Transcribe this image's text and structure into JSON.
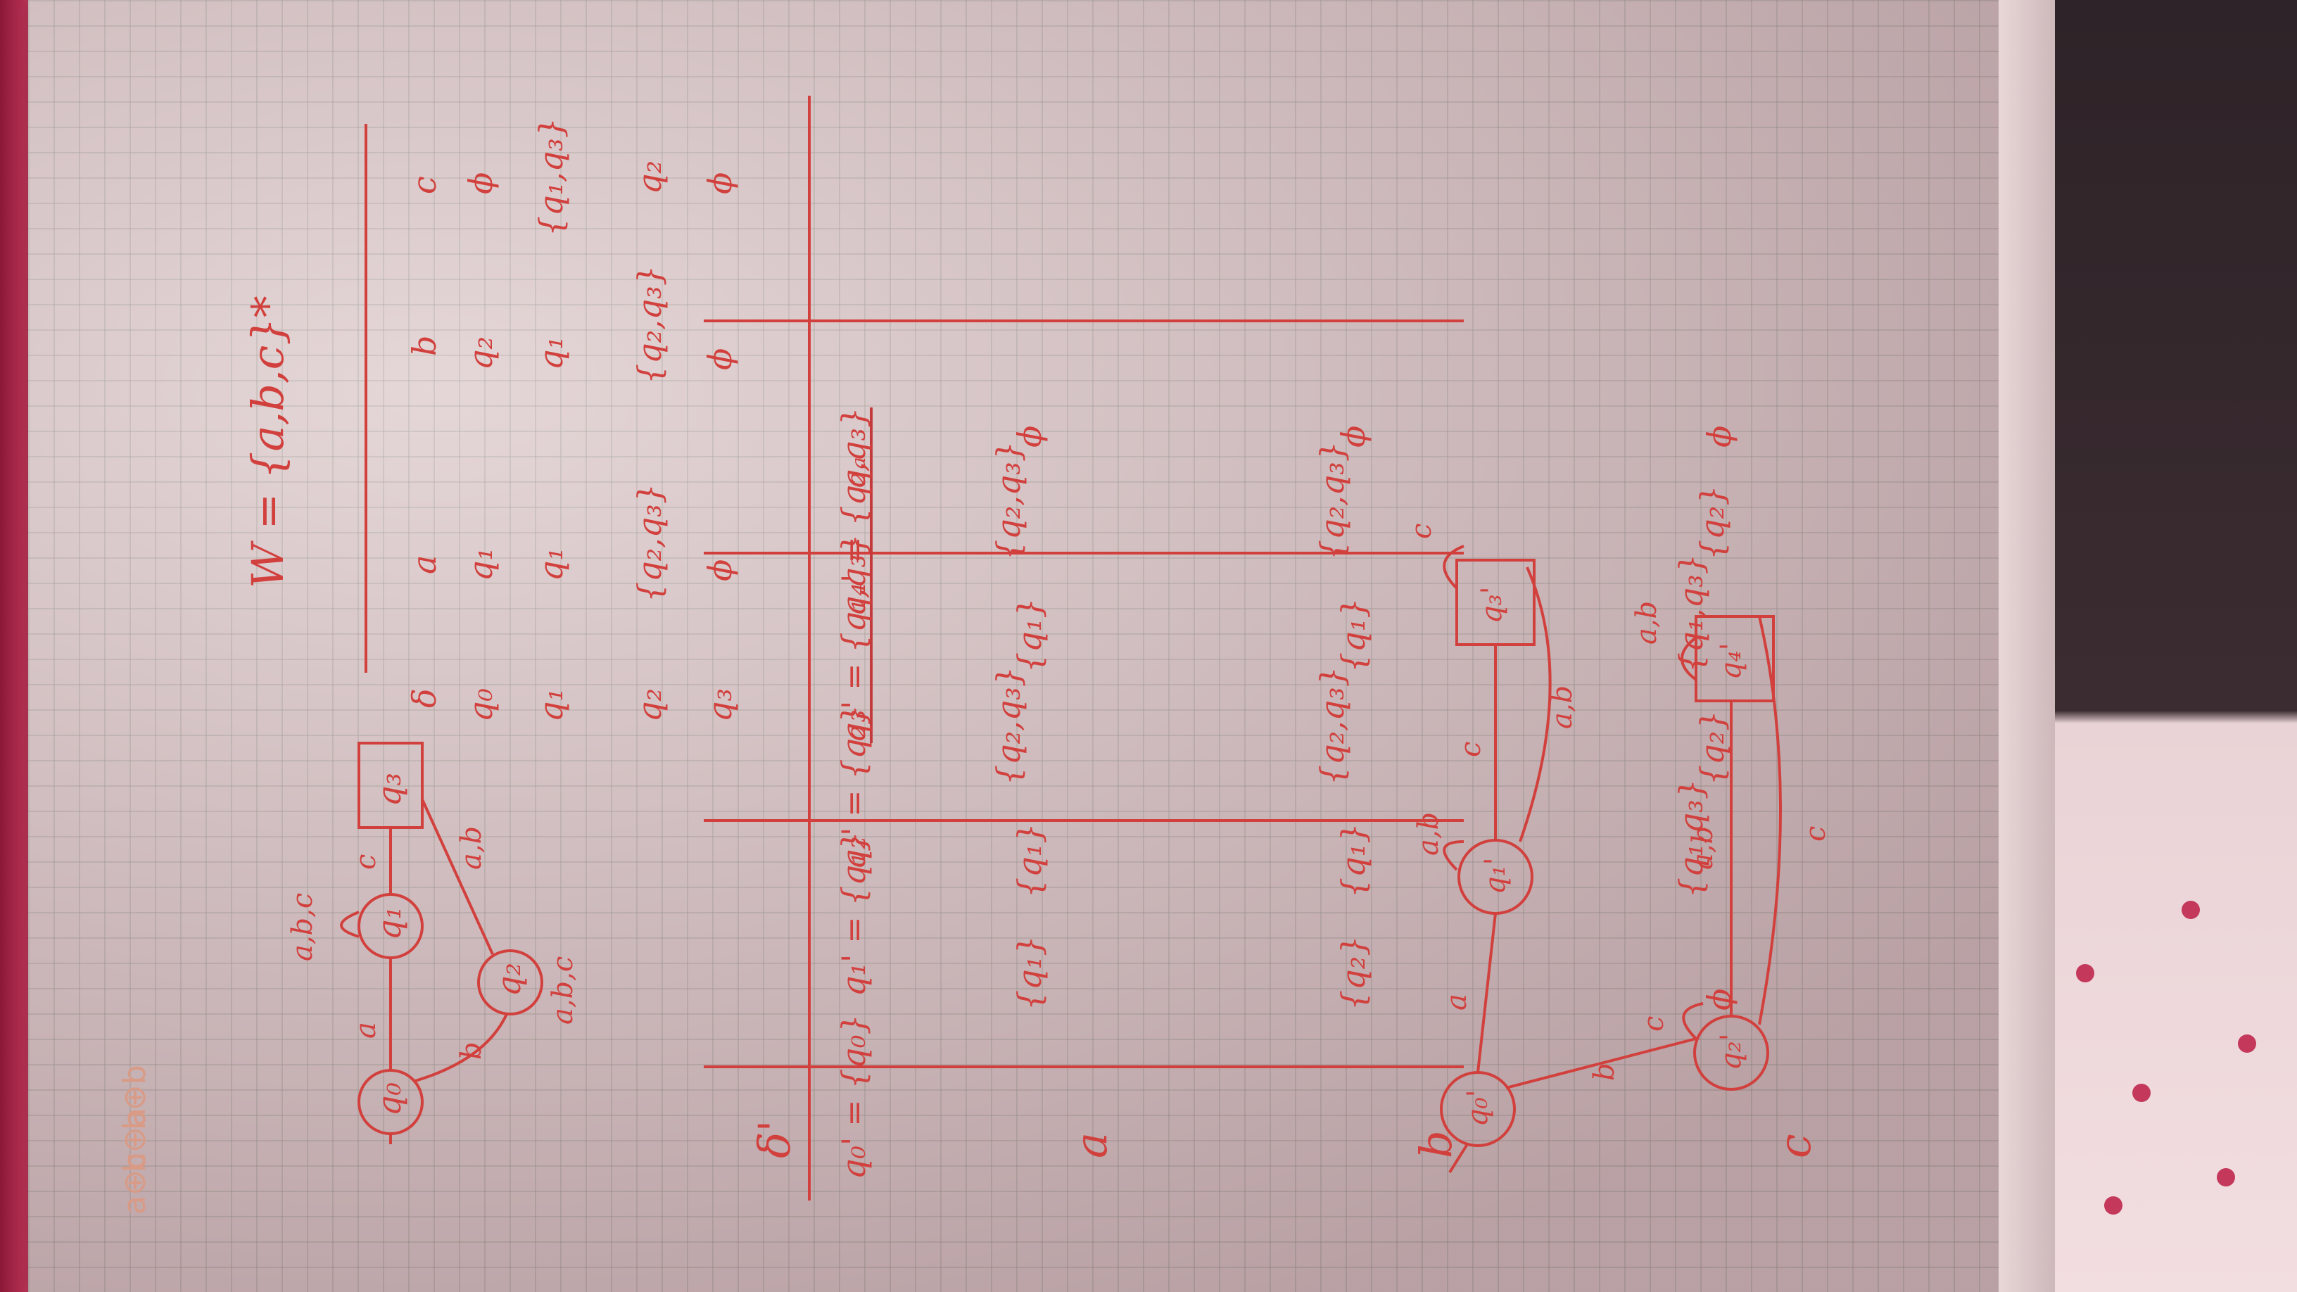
{
  "margin_notes": [
    "a⊕c",
    "b⊕a",
    "b⊕b"
  ],
  "nfa": {
    "states": [
      "q₀",
      "q₁",
      "q₂",
      "q₃"
    ],
    "edge_labels": [
      "a",
      "b",
      "a,b,c",
      "c",
      "a,b",
      "a,b,c"
    ]
  },
  "set_w": "W = {a,b,c}*",
  "nfa_table": {
    "header": [
      "δ",
      "a",
      "b",
      "c"
    ],
    "rows": [
      [
        "q₀",
        "q₁",
        "q₂",
        "ϕ"
      ],
      [
        "q₁",
        "q₁",
        "q₁",
        "{q₁,q₃}"
      ],
      [
        "q₂",
        "{q₂,q₃}",
        "{q₂,q₃}",
        "q₂"
      ],
      [
        "q₃",
        "ϕ",
        "ϕ",
        "ϕ"
      ]
    ]
  },
  "dfa_table": {
    "header": [
      "δ'",
      "a",
      "b",
      "c"
    ],
    "rows": [
      [
        "q₀' = {q₀}",
        "{q₁}",
        "{q₂}",
        "ϕ"
      ],
      [
        "q₁' = {q₁}",
        "{q₁}",
        "{q₁}",
        "{q₁,q₃}"
      ],
      [
        "q₂' = {q₂}",
        "{q₂,q₃}",
        "{q₂,q₃}",
        "{q₂}"
      ],
      [
        "q₃' = {q₁,q₃}",
        "{q₁}",
        "{q₁}",
        "{q₁,q₃}"
      ],
      [
        "q₄' = {q₂,q₃}",
        "{q₂,q₃}",
        "{q₂,q₃}",
        "{q₂}"
      ],
      [
        "qₐ",
        "ϕ",
        "ϕ",
        "ϕ"
      ]
    ]
  },
  "dfa": {
    "states": [
      "q₀'",
      "q₁'",
      "q₂'",
      "q₃'",
      "q₄'"
    ],
    "edge_labels": [
      "a",
      "b",
      "a,b",
      "c",
      "a,b",
      "c",
      "c",
      "a,b",
      "c",
      "a,b"
    ]
  },
  "colors": {
    "ink": "#d2403d",
    "paper": "#dcc9ca",
    "fabric": "#2e2328",
    "accent": "#c3385b"
  }
}
